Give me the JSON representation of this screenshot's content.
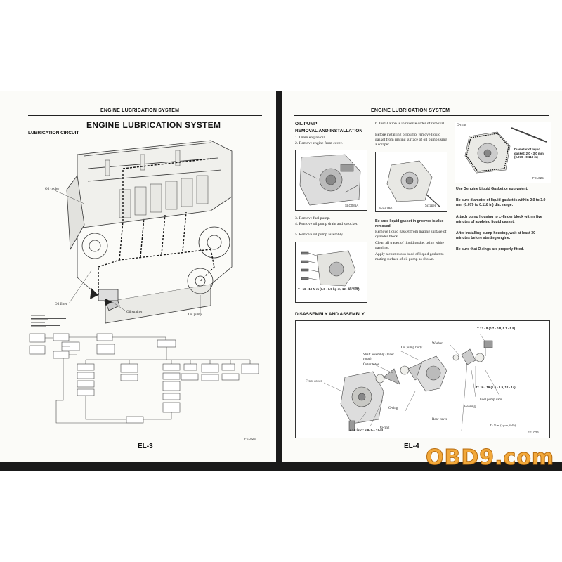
{
  "left_page": {
    "running_head": "ENGINE LUBRICATION SYSTEM",
    "title": "ENGINE LUBRICATION SYSTEM",
    "section": "LUBRICATION CIRCUIT",
    "callouts": {
      "oil_cooler": "Oil cooler",
      "oil_filter": "Oil filter",
      "oil_strainer": "Oil strainer",
      "oil_pump": "Oil pump"
    },
    "figure_code": "FEL023",
    "page_number": "EL-3"
  },
  "right_page": {
    "running_head": "ENGINE LUBRICATION SYSTEM",
    "oil_pump_section": "OIL PUMP",
    "removal_heading": "REMOVAL AND INSTALLATION",
    "steps_a": [
      "1.  Drain engine oil.",
      "2.  Remove engine front cover."
    ],
    "fig1_code": "SLC086A",
    "steps_b": [
      "3.  Remove fuel pump.",
      "4.  Remove oil pump drain and sprocket.",
      "5.  Remove oil pump assembly."
    ],
    "fig2_torque": "T : 16 - 19 N·m (1.6 - 1.9 kg-m, 12 - 14 ft-lb)",
    "fig2_code": "FEL028",
    "install_text": "6.  Installation is in reverse order of removal.",
    "install_bullet": "Before installing oil pump, remove liquid gasket from mating surface of oil pump using a scraper.",
    "fig3_code": "SLC078A",
    "fig3_label": "Scraper",
    "note_head": "Be sure liquid gasket in grooves is also removed.",
    "note_bullets": [
      "Remove liquid gasket from mating surface of cylinder block.",
      "Clean all traces of liquid gasket using white gasoline.",
      "Apply a continuous bead of liquid gasket to mating surface of oil pump as shown."
    ],
    "fig4_label_oring": "O-ring",
    "fig4_label_diam": "Diameter of liquid gasket: 2.0 - 3.0 mm (0.079 - 0.118 in)",
    "fig4_code": "FEL025",
    "right_bullets": [
      "Use Genuine Liquid Gasket or equivalent.",
      "Be sure diameter of liquid gasket is within 2.0 to 3.0 mm (0.079 to 0.118 in) dia. range.",
      "Attach pump housing to cylinder block within five minutes of applying liquid gasket.",
      "After installing pump housing, wait at least 30 minutes before starting engine.",
      "Be sure that O-rings are properly fitted."
    ],
    "disassembly_heading": "DISASSEMBLY AND ASSEMBLY",
    "parts": {
      "rear_cover": "Rear cover",
      "oil_pump_body": "Oil pump body",
      "washer": "Washer",
      "shaft_assembly": "Shaft assembly (Inner rotor)",
      "outer_rotor": "Outer rotor",
      "front_cover": "Front cover",
      "oring1": "O-ring",
      "oring2": "O-ring",
      "fuel_pump_cam": "Fuel pump cam",
      "bearing": "Bearing",
      "t1": "T : 7 - 8 (0.7 - 0.8, 5.1 - 5.8)",
      "t2": "T : 16 - 19 (1.6 - 1.9, 12 - 14)",
      "t3": "T : 7 - 8 (0.7 - 0.8, 5.1 - 5.8)",
      "units": "T : N·m (kg-m, ft-lb)"
    },
    "fig5_code": "FEL026",
    "page_number": "EL-4"
  },
  "watermark": "OBD9.com",
  "colors": {
    "page": "#fbfbf8",
    "ink": "#111111",
    "gutter": "#1a1a1a",
    "watermark": "#f2a83a"
  }
}
